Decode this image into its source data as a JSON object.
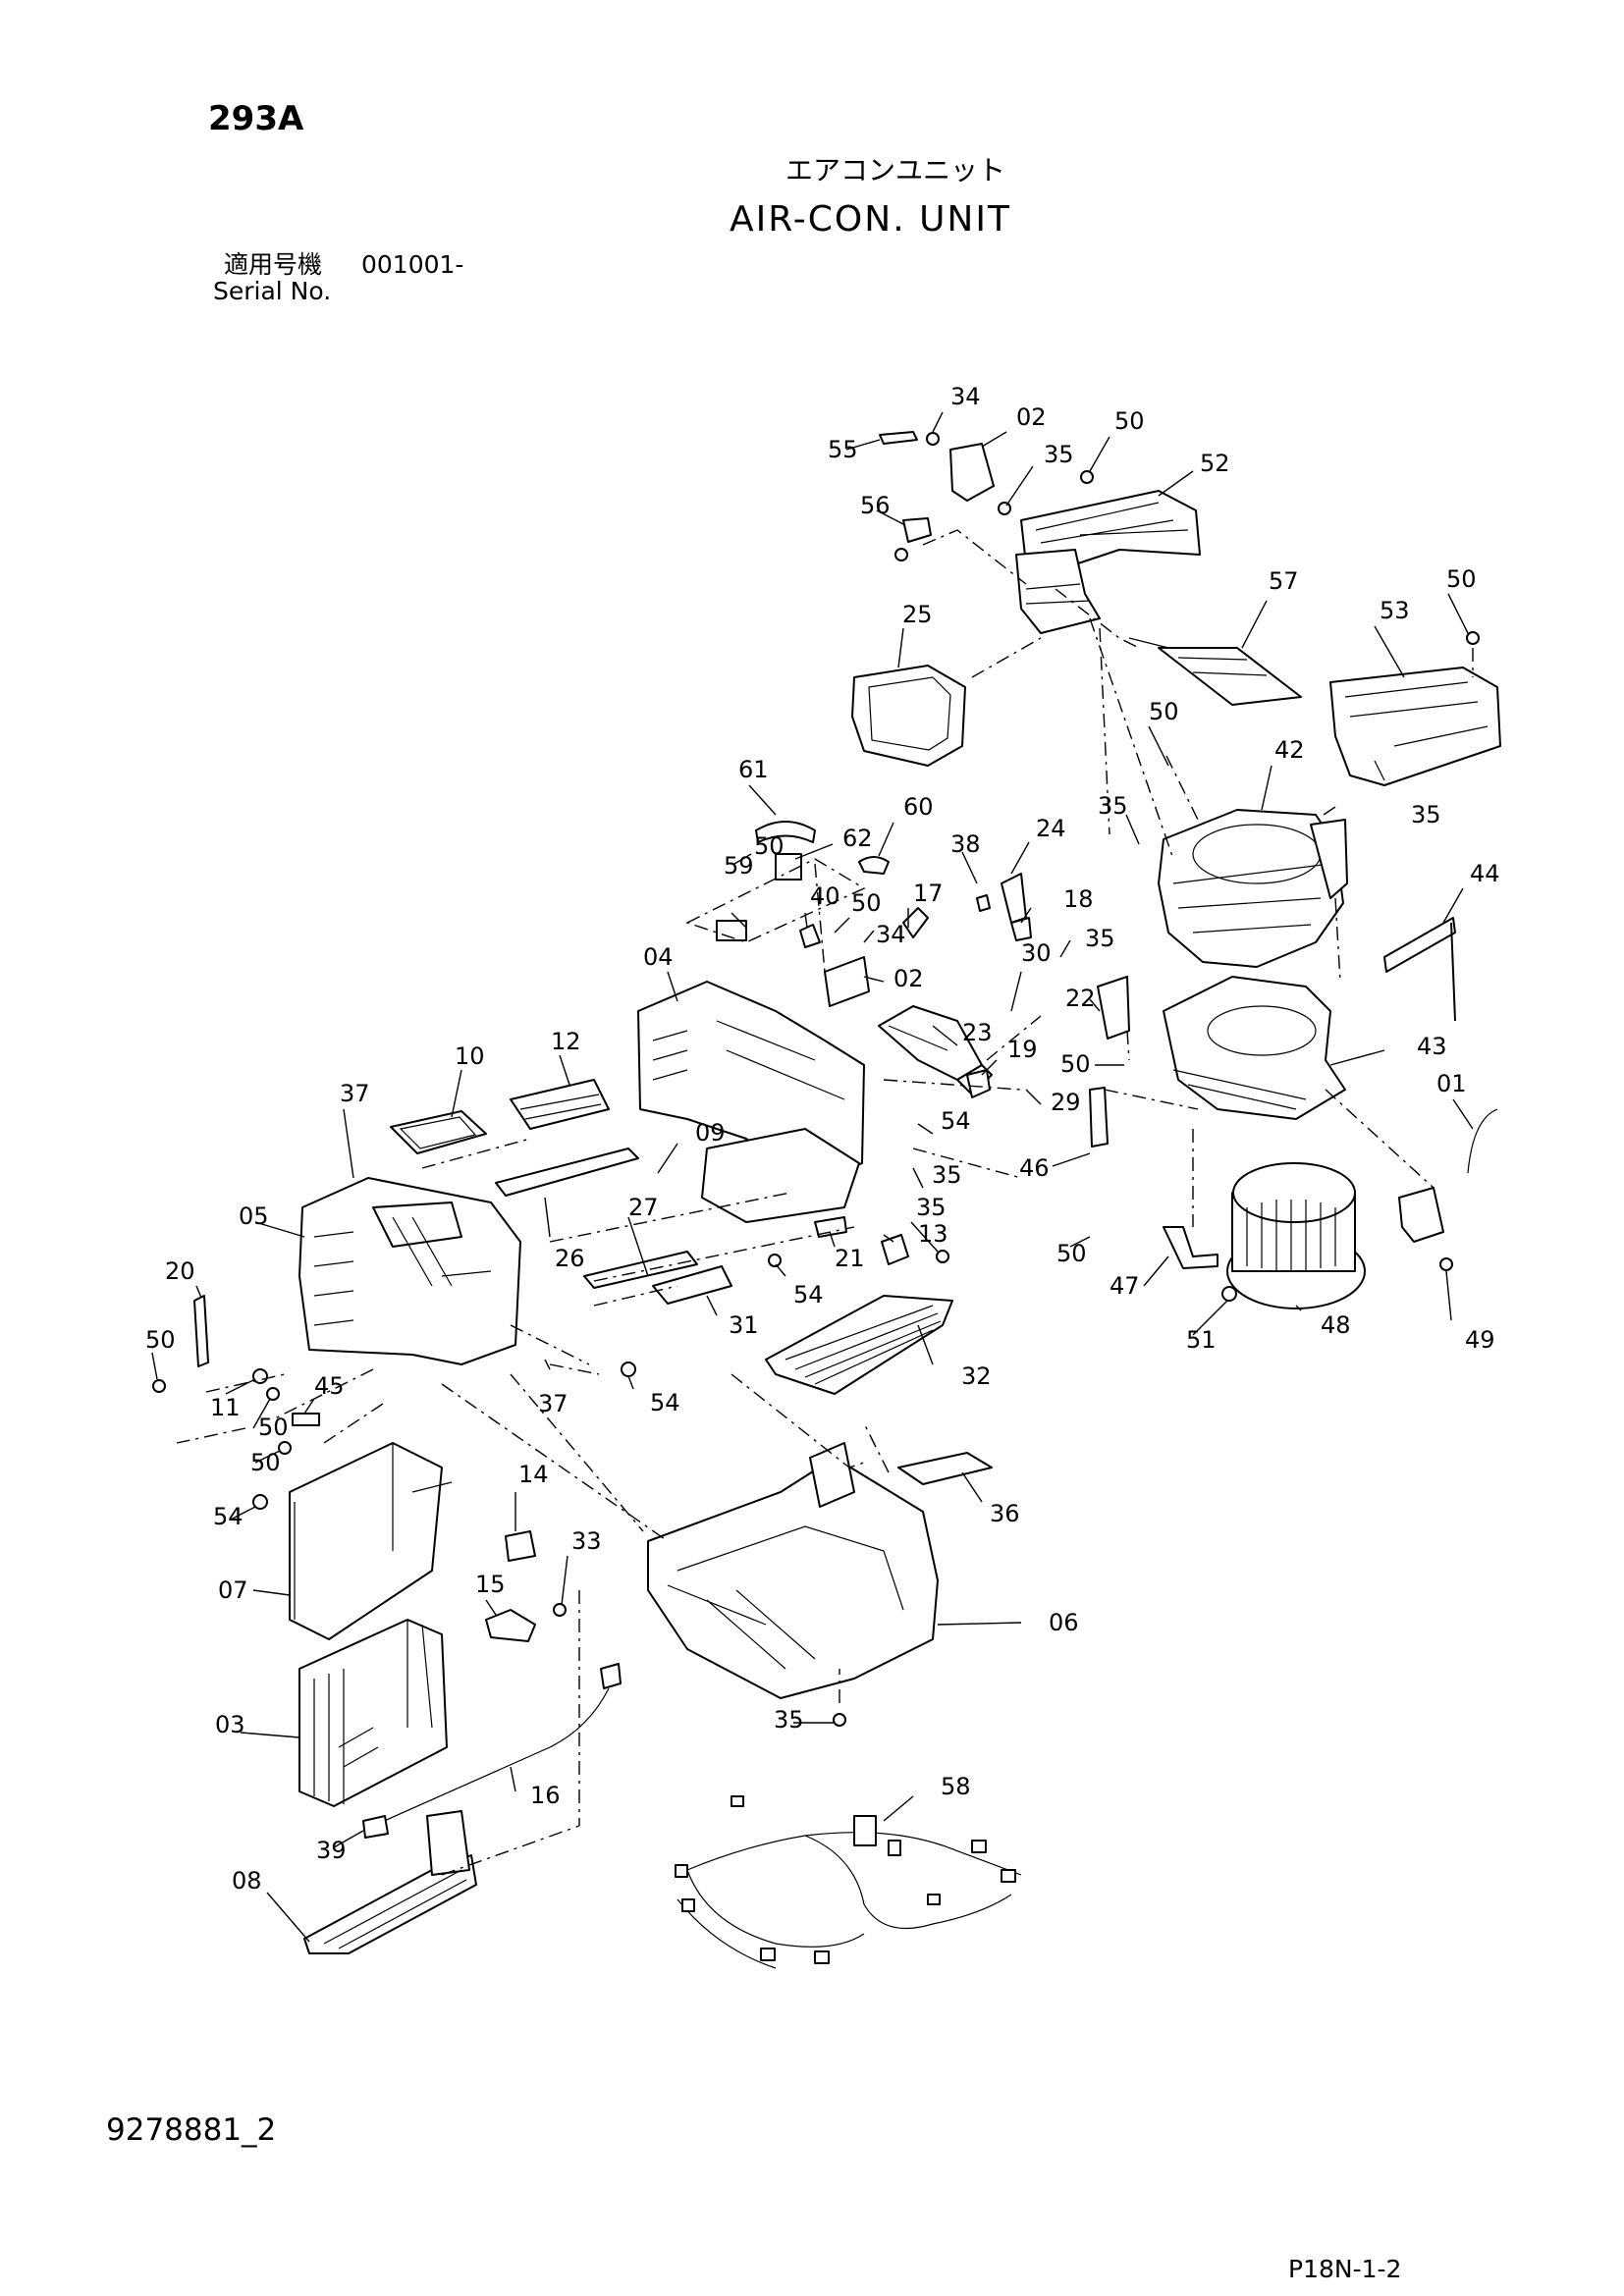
{
  "header": {
    "page_code": "293A",
    "title_jp": "エアコンユニット",
    "title_en": "AIR-CON. UNIT",
    "serial_label_jp": "適用号機",
    "serial_range": "001001-",
    "serial_label_en": "Serial No."
  },
  "footer": {
    "drawing_number": "9278881_2",
    "page_reference": "P18N-1-2"
  },
  "callouts": [
    {
      "label": "34"
    },
    {
      "label": "02"
    },
    {
      "label": "55"
    },
    {
      "label": "35"
    },
    {
      "label": "50"
    },
    {
      "label": "52"
    },
    {
      "label": "56"
    },
    {
      "label": "57"
    },
    {
      "label": "50"
    },
    {
      "label": "53"
    },
    {
      "label": "25"
    },
    {
      "label": "50"
    },
    {
      "label": "42"
    },
    {
      "label": "35"
    },
    {
      "label": "35"
    },
    {
      "label": "61"
    },
    {
      "label": "60"
    },
    {
      "label": "50"
    },
    {
      "label": "62"
    },
    {
      "label": "38"
    },
    {
      "label": "24"
    },
    {
      "label": "59"
    },
    {
      "label": "40"
    },
    {
      "label": "50"
    },
    {
      "label": "17"
    },
    {
      "label": "18"
    },
    {
      "label": "34"
    },
    {
      "label": "44"
    },
    {
      "label": "35"
    },
    {
      "label": "04"
    },
    {
      "label": "30"
    },
    {
      "label": "02"
    },
    {
      "label": "22"
    },
    {
      "label": "10"
    },
    {
      "label": "12"
    },
    {
      "label": "23"
    },
    {
      "label": "19"
    },
    {
      "label": "43"
    },
    {
      "label": "50"
    },
    {
      "label": "37"
    },
    {
      "label": "29"
    },
    {
      "label": "54"
    },
    {
      "label": "01"
    },
    {
      "label": "09"
    },
    {
      "label": "35"
    },
    {
      "label": "46"
    },
    {
      "label": "05"
    },
    {
      "label": "27"
    },
    {
      "label": "35"
    },
    {
      "label": "13"
    },
    {
      "label": "26"
    },
    {
      "label": "21"
    },
    {
      "label": "50"
    },
    {
      "label": "20"
    },
    {
      "label": "54"
    },
    {
      "label": "47"
    },
    {
      "label": "31"
    },
    {
      "label": "48"
    },
    {
      "label": "51"
    },
    {
      "label": "49"
    },
    {
      "label": "50"
    },
    {
      "label": "32"
    },
    {
      "label": "11"
    },
    {
      "label": "45"
    },
    {
      "label": "50"
    },
    {
      "label": "37"
    },
    {
      "label": "54"
    },
    {
      "label": "50"
    },
    {
      "label": "36"
    },
    {
      "label": "54"
    },
    {
      "label": "14"
    },
    {
      "label": "33"
    },
    {
      "label": "07"
    },
    {
      "label": "15"
    },
    {
      "label": "06"
    },
    {
      "label": "03"
    },
    {
      "label": "35"
    },
    {
      "label": "16"
    },
    {
      "label": "58"
    },
    {
      "label": "39"
    },
    {
      "label": "08"
    }
  ]
}
